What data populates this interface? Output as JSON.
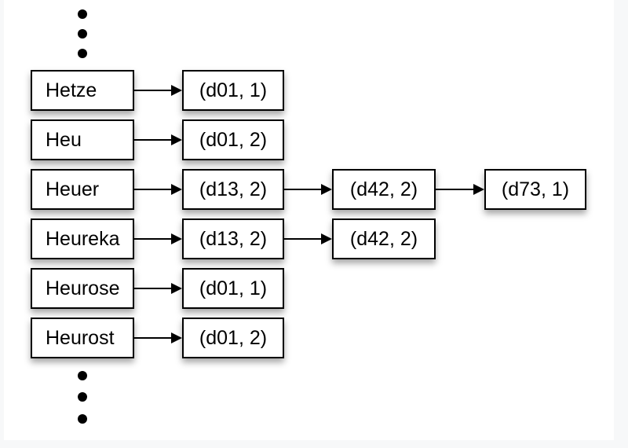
{
  "colors": {
    "page_background": "#f7f8f9",
    "canvas_background": "#ffffff",
    "box_fill": "#ffffff",
    "box_border": "#000000",
    "text": "#000000"
  },
  "ellipsis": {
    "top_dots": 3,
    "bottom_dots": 3
  },
  "diagram": {
    "rows": [
      {
        "term": "Hetze",
        "postings": [
          "(d01, 1)"
        ]
      },
      {
        "term": "Heu",
        "postings": [
          "(d01, 2)"
        ]
      },
      {
        "term": "Heuer",
        "postings": [
          "(d13, 2)",
          "(d42, 2)",
          "(d73, 1)"
        ]
      },
      {
        "term": "Heureka",
        "postings": [
          "(d13, 2)",
          "(d42, 2)"
        ]
      },
      {
        "term": "Heurose",
        "postings": [
          "(d01, 1)"
        ]
      },
      {
        "term": "Heurost",
        "postings": [
          "(d01, 2)"
        ]
      }
    ]
  }
}
